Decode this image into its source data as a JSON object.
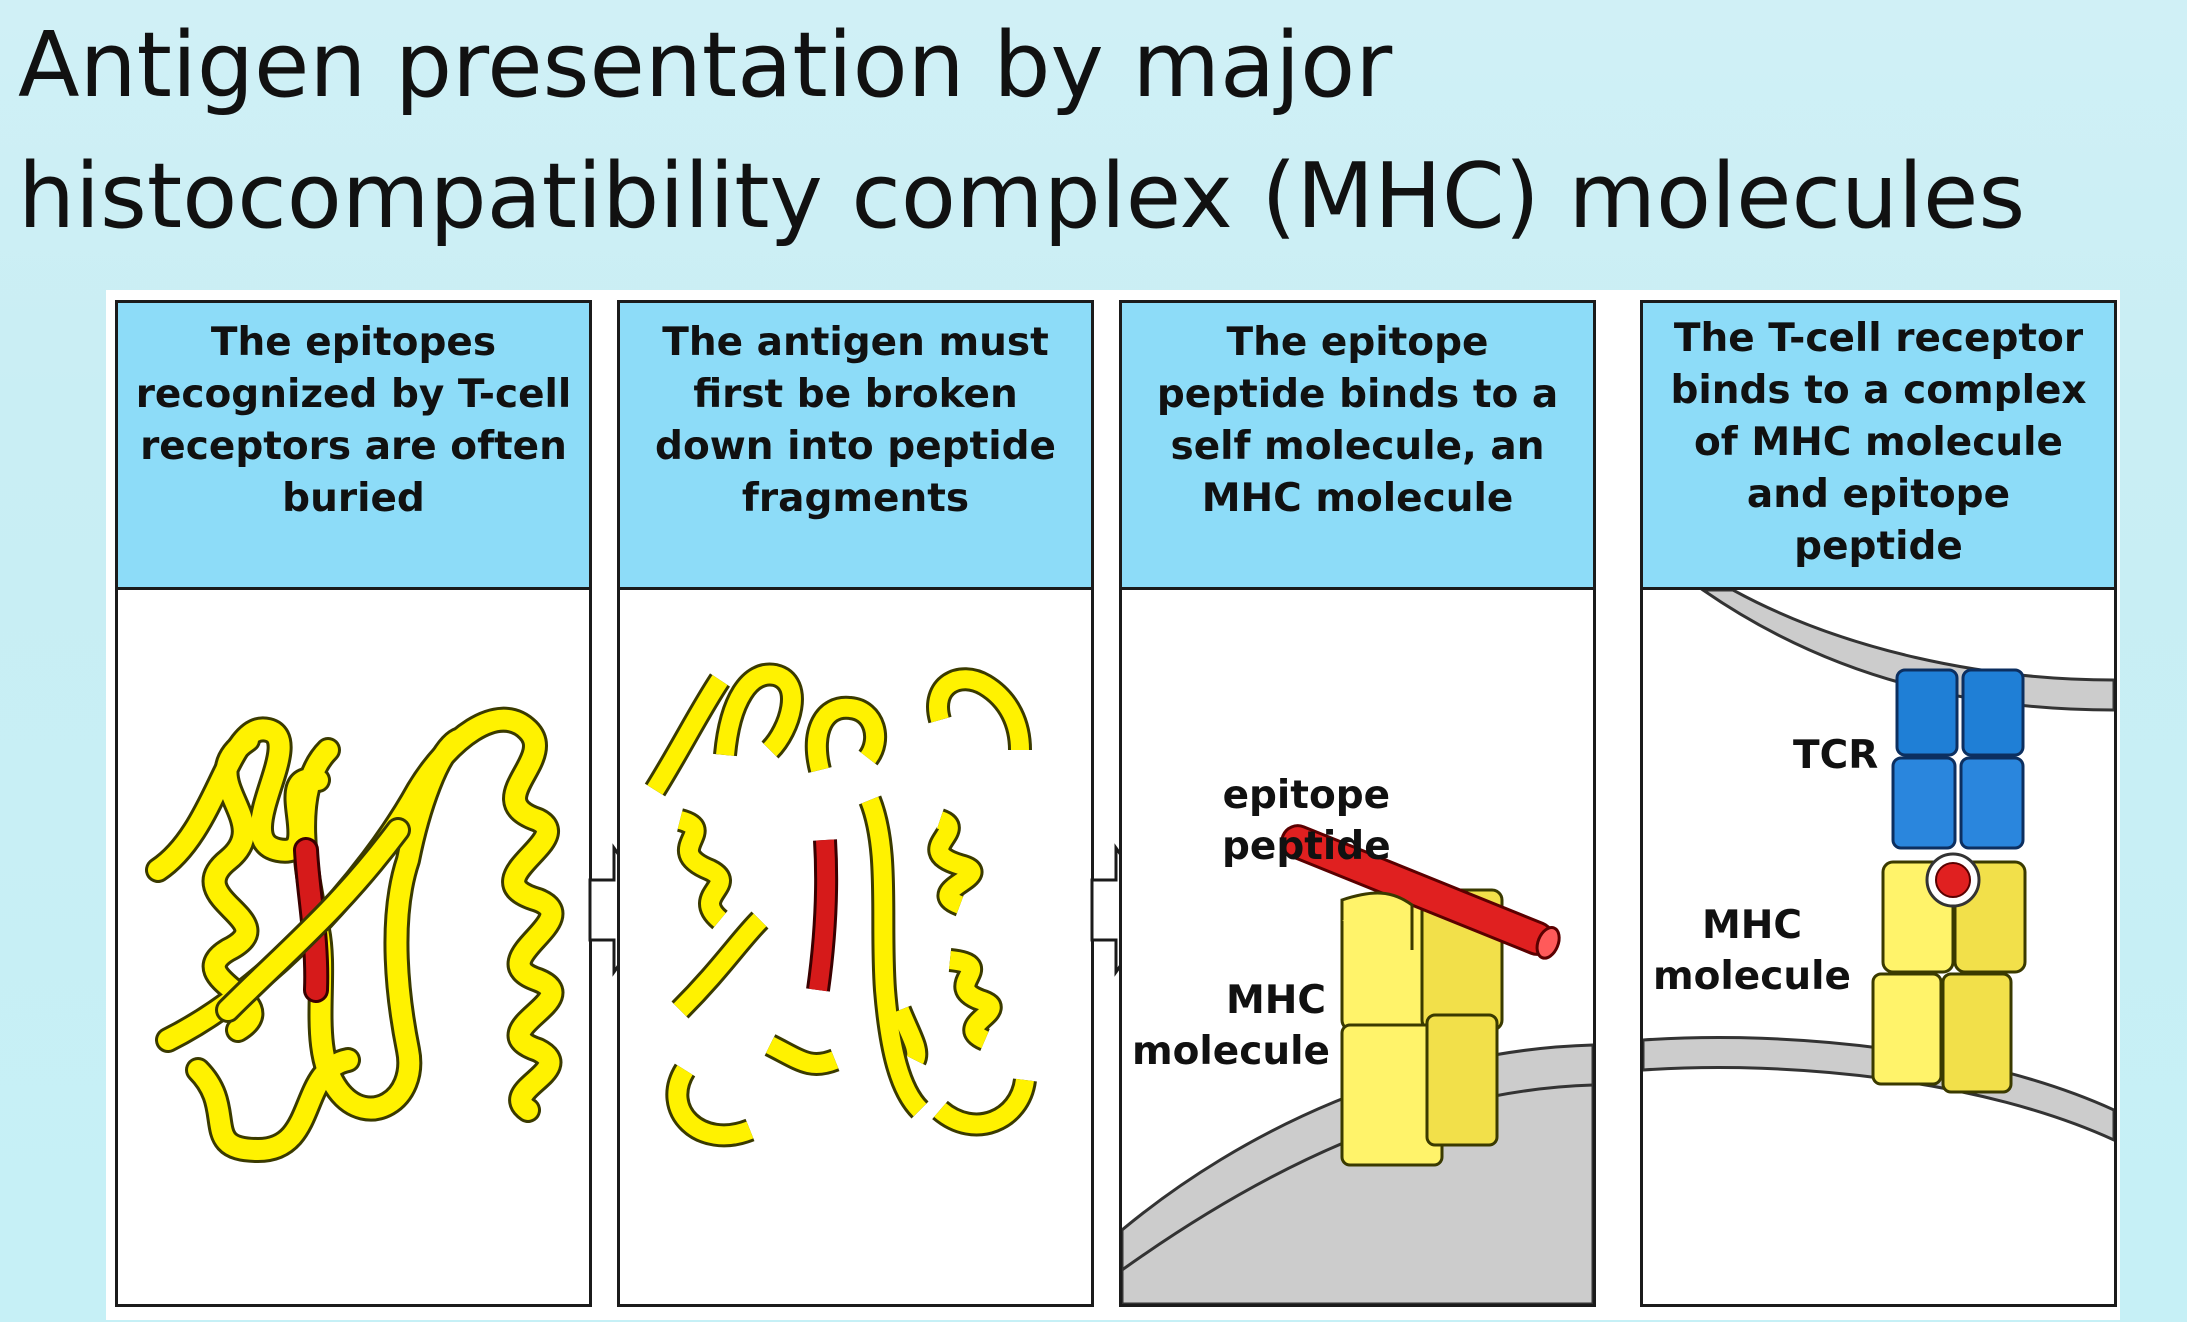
{
  "title": {
    "line1": "Antigen presentation by major",
    "line2": "histocompatibility complex (MHC) molecules"
  },
  "panels": [
    {
      "header_lines": [
        "The epitopes",
        "recognized by T-cell",
        "receptors are often",
        "buried"
      ]
    },
    {
      "header_lines": [
        "The antigen must",
        "first be broken",
        "down into peptide",
        "fragments"
      ]
    },
    {
      "header_lines": [
        "The epitope",
        "peptide binds to a",
        "self molecule, an",
        "MHC molecule"
      ],
      "labels": {
        "epitope_line1": "epitope",
        "epitope_line2": "peptide",
        "mhc_line1": "MHC",
        "mhc_line2": "molecule"
      }
    },
    {
      "header_lines": [
        "The T-cell receptor",
        "binds to a complex",
        "of MHC molecule",
        "and epitope",
        "peptide"
      ],
      "labels": {
        "tcr": "TCR",
        "mhc_line1": "MHC",
        "mhc_line2": "molecule"
      }
    }
  ],
  "colors": {
    "header_bg": "#8ddcf8",
    "ribbon_yellow": "#fff200",
    "epitope_red": "#d61a1a",
    "tcr_blue": "#1f7fd6",
    "membrane_gray": "#cfcfcf"
  },
  "icons": [
    "right-arrow-icon",
    "right-arrow-icon"
  ]
}
